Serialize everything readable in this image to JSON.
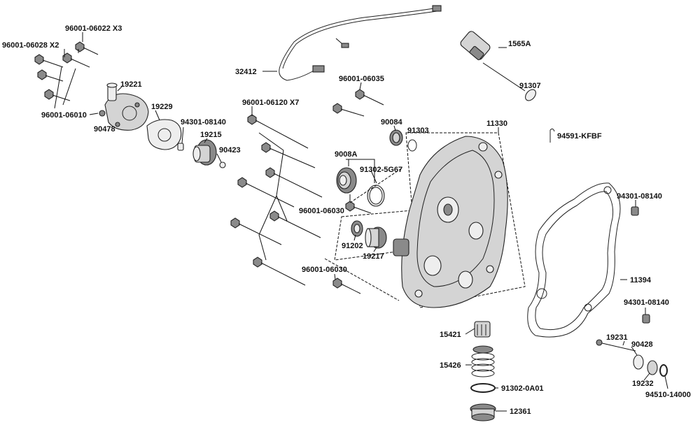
{
  "labels": {
    "p96001_06022": "96001-06022 X3",
    "p96001_06028": "96001-06028 X2",
    "p96001_06010": "96001-06010",
    "p90478": "90478",
    "p19221": "19221",
    "p19229": "19229",
    "p94301_08140_top": "94301-08140",
    "p19215": "19215",
    "p90423": "90423",
    "p32412": "32412",
    "p1565A": "1565A",
    "p91307": "91307",
    "p96001_06035": "96001-06035",
    "p96001_06120": "96001-06120 X7",
    "p90084": "90084",
    "p91303": "91303",
    "p11330": "11330",
    "p94591": "94591-KFBF",
    "p9008A": "9008A",
    "p91302_5G67": "91302-5G67",
    "p96001_06030_a": "96001-06030",
    "p91202": "91202",
    "p19217": "19217",
    "p96001_06030_b": "96001-06030",
    "p94301_08140_r1": "94301-08140",
    "p11394": "11394",
    "p94301_08140_r2": "94301-08140",
    "p15421": "15421",
    "p15426": "15426",
    "p91302_0A01": "91302-0A01",
    "p12361": "12361",
    "p19231": "19231",
    "p90428": "90428",
    "p19232": "19232",
    "p94510_14000": "94510-14000"
  }
}
